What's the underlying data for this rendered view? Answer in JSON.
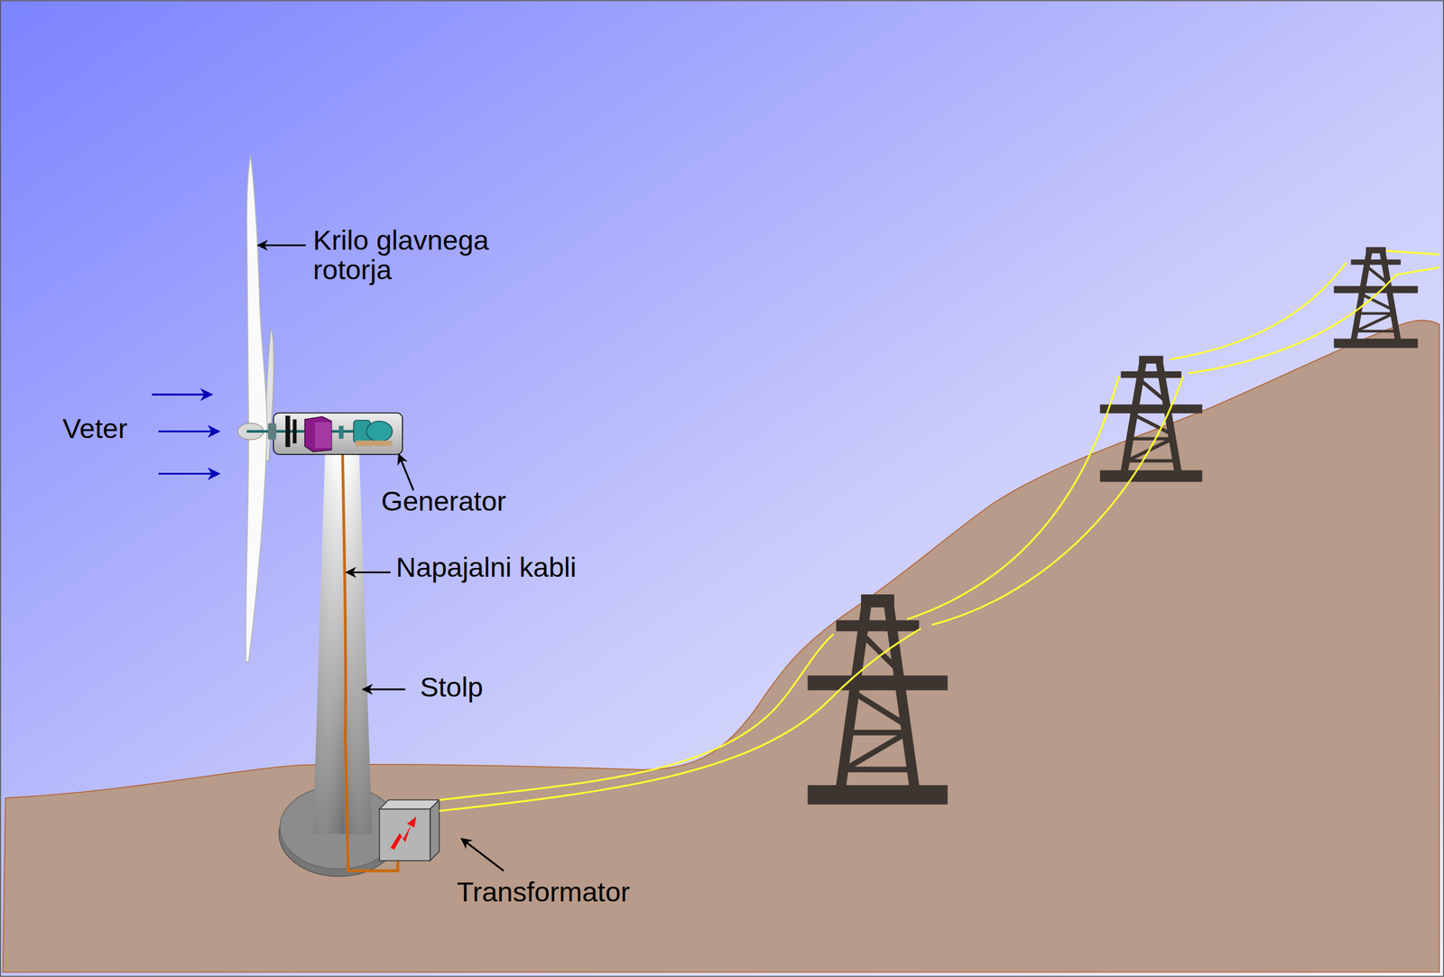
{
  "diagram": {
    "labels": [
      "Krilo glavnega rotorja",
      "Veter",
      "Generator",
      "Napajalni kabli",
      "Stolp",
      "Transformator"
    ]
  }
}
